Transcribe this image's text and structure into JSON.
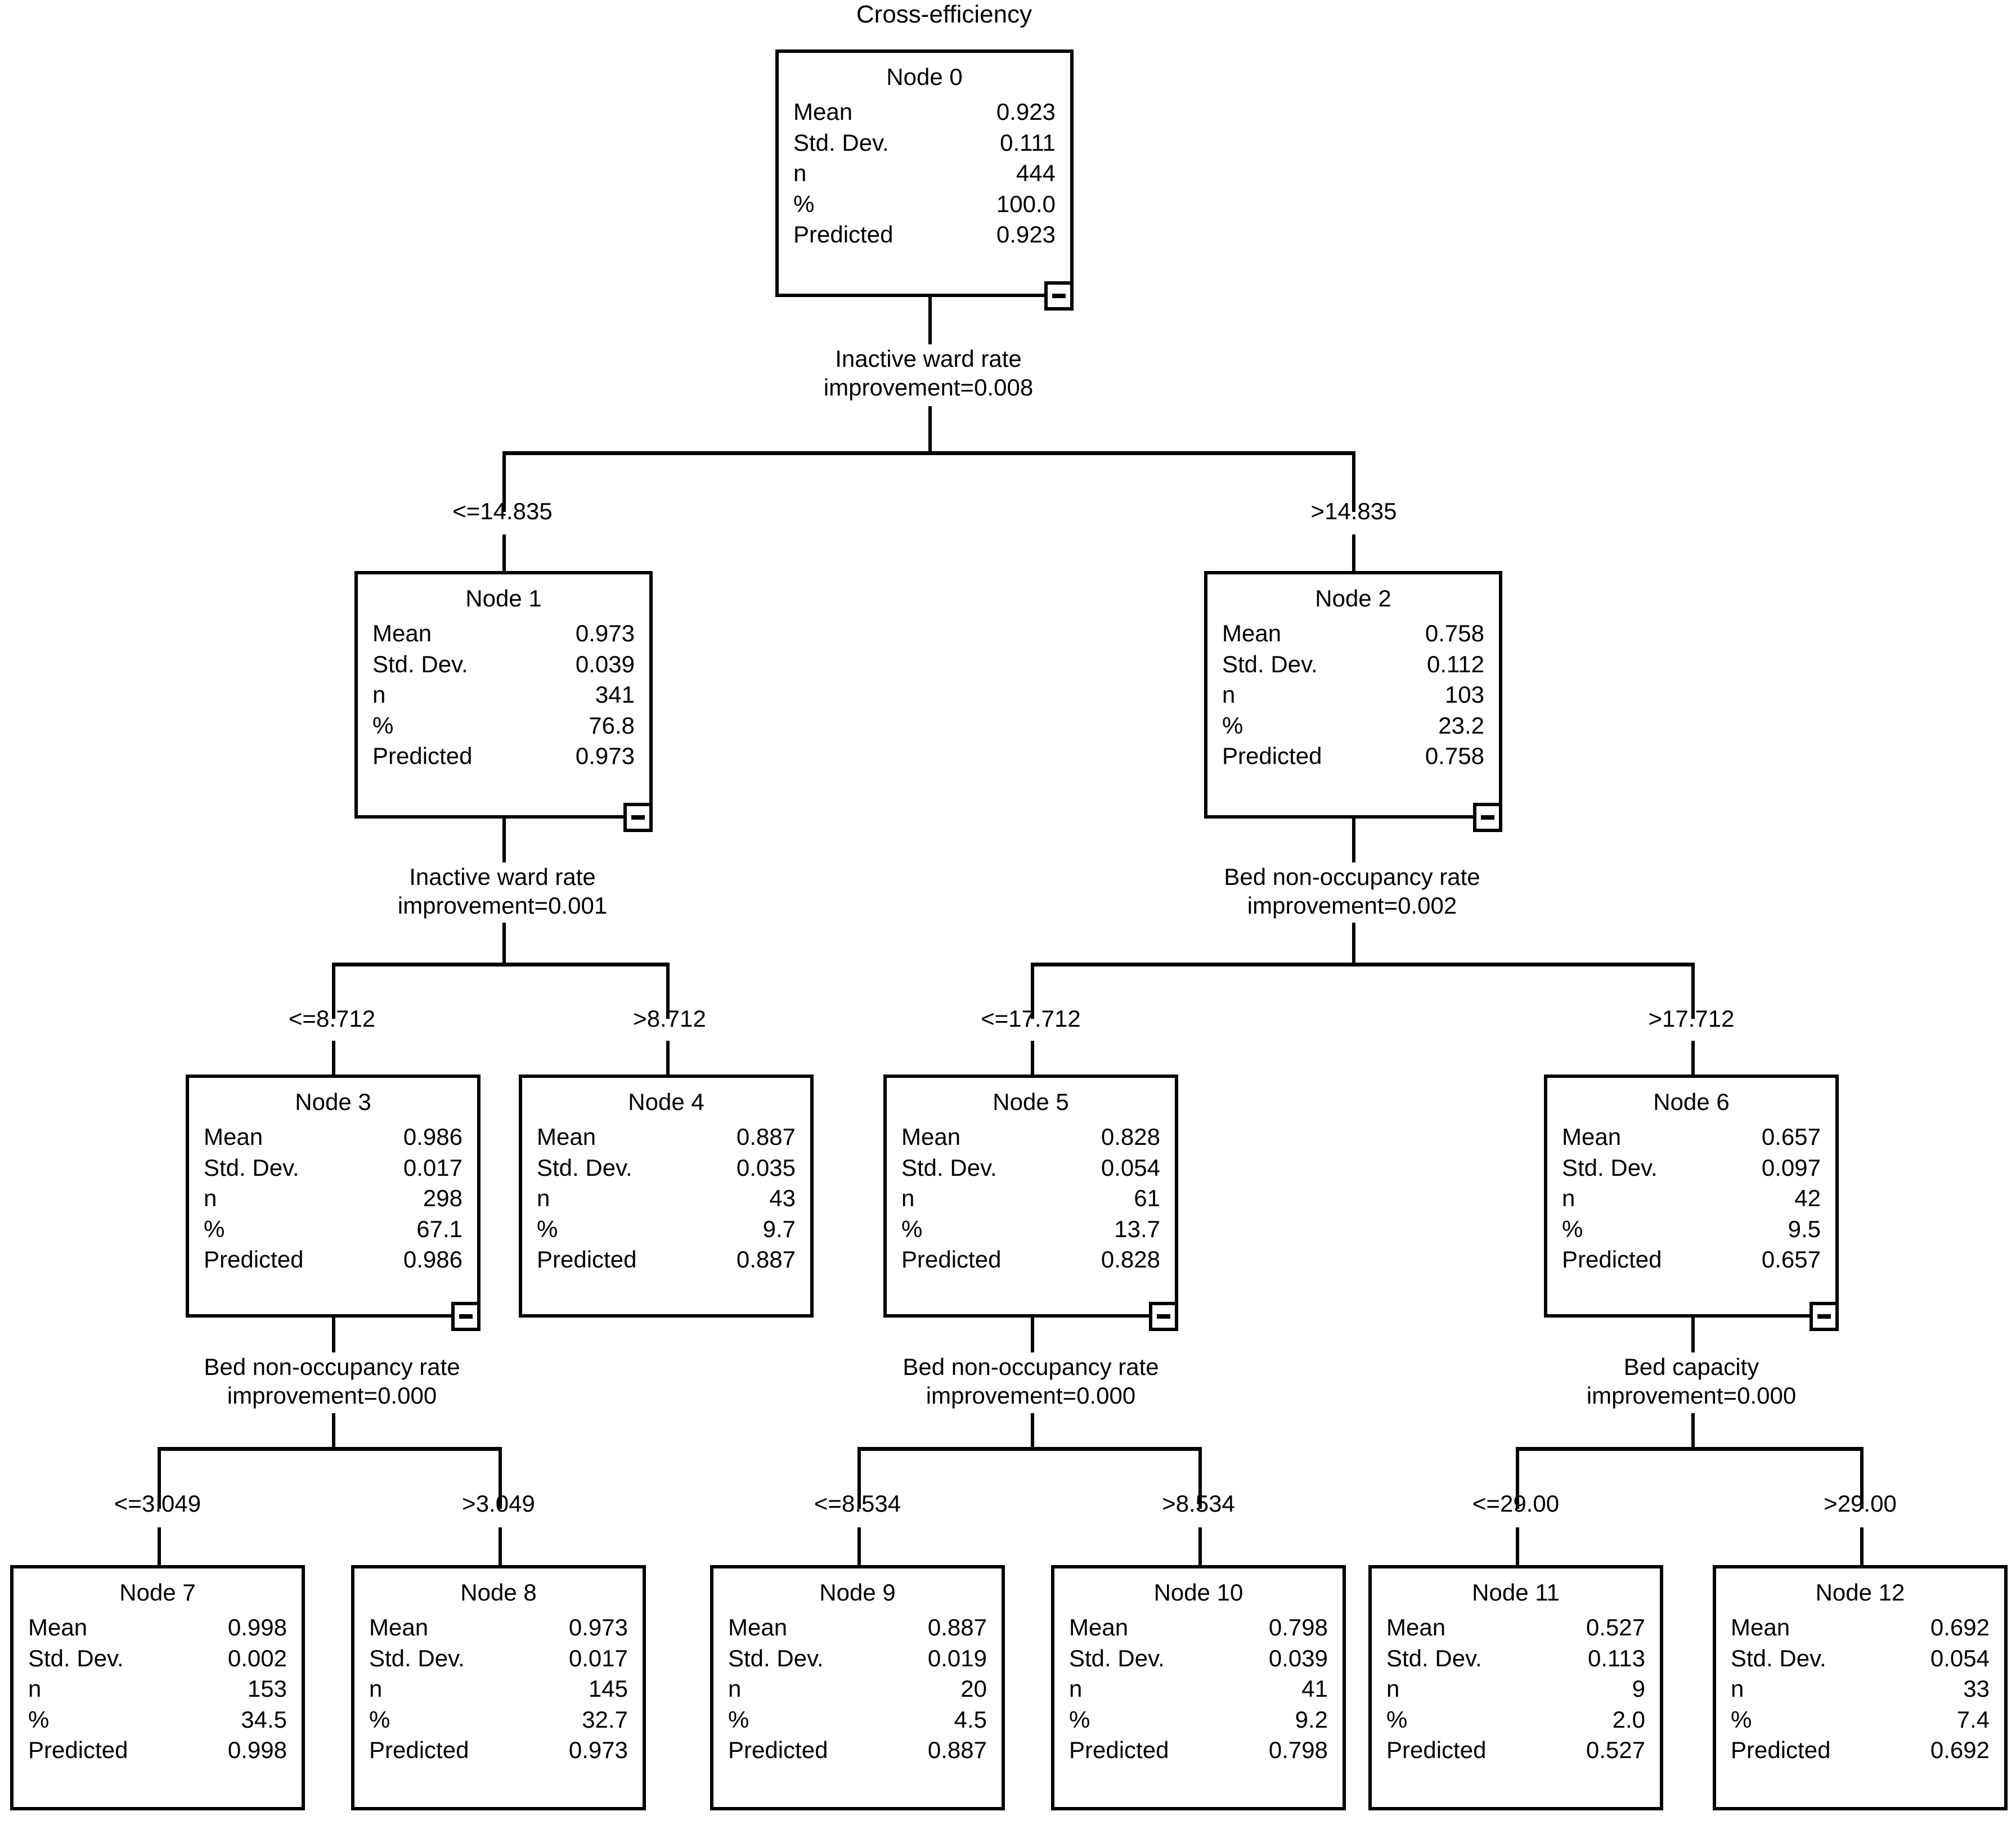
{
  "title": "Cross-efficiency",
  "row_labels": [
    "Mean",
    "Std. Dev.",
    "n",
    "%",
    "Predicted"
  ],
  "collapse_glyph": "minus-box",
  "chart_data": {
    "type": "tree",
    "title": "Cross-efficiency",
    "target": "Cross-efficiency",
    "total_n": 444,
    "nodes": [
      {
        "id": "Node 0",
        "mean": "0.923",
        "std_dev": "0.111",
        "n": "444",
        "pct": "100.0",
        "predicted": "0.923",
        "collapsible": true
      },
      {
        "id": "Node 1",
        "mean": "0.973",
        "std_dev": "0.039",
        "n": "341",
        "pct": "76.8",
        "predicted": "0.973",
        "collapsible": true
      },
      {
        "id": "Node 2",
        "mean": "0.758",
        "std_dev": "0.112",
        "n": "103",
        "pct": "23.2",
        "predicted": "0.758",
        "collapsible": true
      },
      {
        "id": "Node 3",
        "mean": "0.986",
        "std_dev": "0.017",
        "n": "298",
        "pct": "67.1",
        "predicted": "0.986",
        "collapsible": true
      },
      {
        "id": "Node 4",
        "mean": "0.887",
        "std_dev": "0.035",
        "n": "43",
        "pct": "9.7",
        "predicted": "0.887",
        "collapsible": false
      },
      {
        "id": "Node 5",
        "mean": "0.828",
        "std_dev": "0.054",
        "n": "61",
        "pct": "13.7",
        "predicted": "0.828",
        "collapsible": true
      },
      {
        "id": "Node 6",
        "mean": "0.657",
        "std_dev": "0.097",
        "n": "42",
        "pct": "9.5",
        "predicted": "0.657",
        "collapsible": true
      },
      {
        "id": "Node 7",
        "mean": "0.998",
        "std_dev": "0.002",
        "n": "153",
        "pct": "34.5",
        "predicted": "0.998",
        "collapsible": false
      },
      {
        "id": "Node 8",
        "mean": "0.973",
        "std_dev": "0.017",
        "n": "145",
        "pct": "32.7",
        "predicted": "0.973",
        "collapsible": false
      },
      {
        "id": "Node 9",
        "mean": "0.887",
        "std_dev": "0.019",
        "n": "20",
        "pct": "4.5",
        "predicted": "0.887",
        "collapsible": false
      },
      {
        "id": "Node 10",
        "mean": "0.798",
        "std_dev": "0.039",
        "n": "41",
        "pct": "9.2",
        "predicted": "0.798",
        "collapsible": false
      },
      {
        "id": "Node 11",
        "mean": "0.527",
        "std_dev": "0.113",
        "n": "9",
        "pct": "2.0",
        "predicted": "0.527",
        "collapsible": false
      },
      {
        "id": "Node 12",
        "mean": "0.692",
        "std_dev": "0.054",
        "n": "33",
        "pct": "7.4",
        "predicted": "0.692",
        "collapsible": false
      }
    ],
    "splits": [
      {
        "parent": "Node 0",
        "variable": "Inactive ward rate",
        "improvement": "improvement=0.008",
        "left_label": "<=14.835",
        "right_label": ">14.835",
        "children": [
          "Node 1",
          "Node 2"
        ]
      },
      {
        "parent": "Node 1",
        "variable": "Inactive ward rate",
        "improvement": "improvement=0.001",
        "left_label": "<=8.712",
        "right_label": ">8.712",
        "children": [
          "Node 3",
          "Node 4"
        ]
      },
      {
        "parent": "Node 2",
        "variable": "Bed non-occupancy rate",
        "improvement": "improvement=0.002",
        "left_label": "<=17.712",
        "right_label": ">17.712",
        "children": [
          "Node 5",
          "Node 6"
        ]
      },
      {
        "parent": "Node 3",
        "variable": "Bed non-occupancy rate",
        "improvement": "improvement=0.000",
        "left_label": "<=3.049",
        "right_label": ">3.049",
        "children": [
          "Node 7",
          "Node 8"
        ]
      },
      {
        "parent": "Node 5",
        "variable": "Bed non-occupancy rate",
        "improvement": "improvement=0.000",
        "left_label": "<=8.534",
        "right_label": ">8.534",
        "children": [
          "Node 9",
          "Node 10"
        ]
      },
      {
        "parent": "Node 6",
        "variable": "Bed capacity",
        "improvement": "improvement=0.000",
        "left_label": "<=29.00",
        "right_label": ">29.00",
        "children": [
          "Node 11",
          "Node 12"
        ]
      }
    ]
  }
}
